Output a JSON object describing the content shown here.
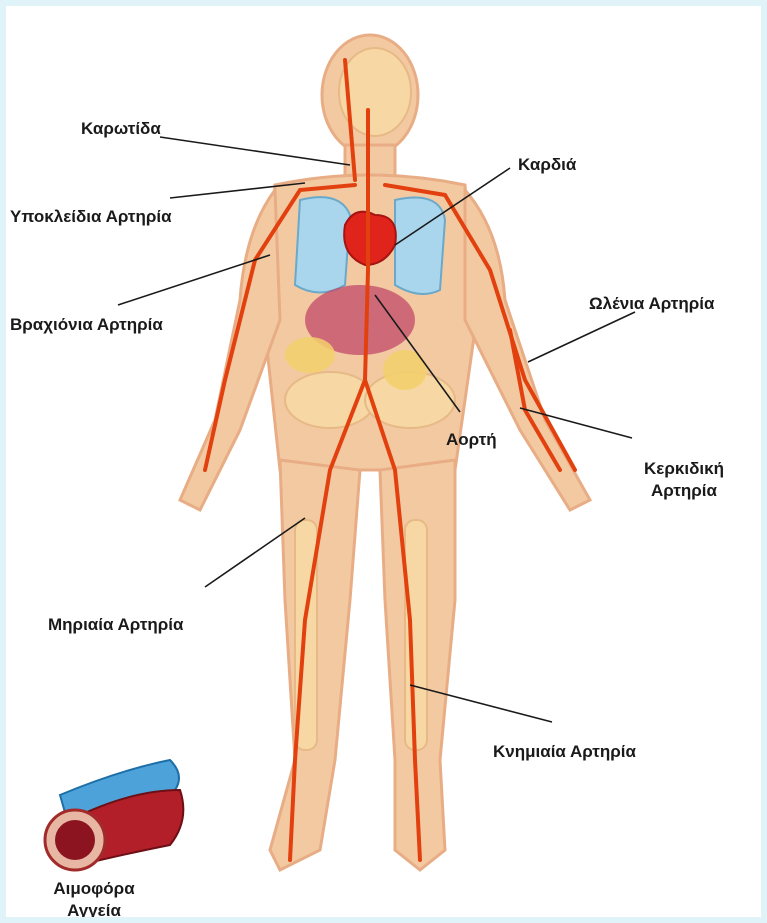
{
  "labels": {
    "carotid": "Καρωτίδα",
    "subclavian": "Υποκλείδια Αρτηρία",
    "brachial": "Βραχιόνια Αρτηρία",
    "heart": "Καρδιά",
    "ulnar": "Ωλένια Αρτηρία",
    "aorta": "Αορτή",
    "radial_line1": "Κερκιδική",
    "radial_line2": "Αρτηρία",
    "femoral": "Μηριαία Αρτηρία",
    "tibial": "Κνημιαία Αρτηρία",
    "vessels_line1": "Αιμοφόρα",
    "vessels_line2": "Αγγεία"
  },
  "colors": {
    "frame": "#dff3f8",
    "skin": "#f3c9a2",
    "skin_edge": "#e8ad85",
    "skeleton": "#f7d8a4",
    "artery": "#e2410f",
    "lung": "#a9d6ec",
    "heart": "#e0231b",
    "leader_line": "#1a1a1a"
  }
}
